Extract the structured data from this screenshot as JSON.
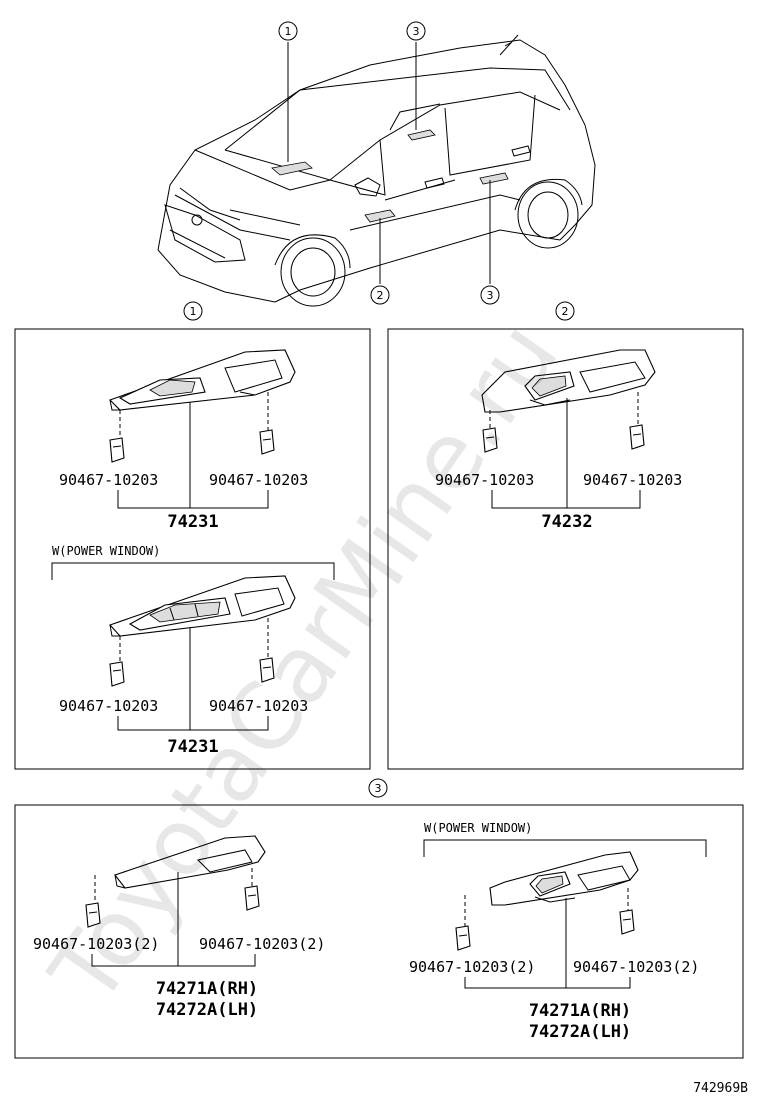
{
  "callouts": {
    "c1": "1",
    "c2": "2",
    "c3": "3"
  },
  "watermark": "ToyotaCarMine.ru",
  "panel1": {
    "upper": {
      "left_part": "90467-10203",
      "right_part": "90467-10203",
      "assembly": "74231"
    },
    "note": "W(POWER WINDOW)",
    "lower": {
      "left_part": "90467-10203",
      "right_part": "90467-10203",
      "assembly": "74231"
    }
  },
  "panel2": {
    "left_part": "90467-10203",
    "right_part": "90467-10203",
    "assembly": "74232"
  },
  "panel3": {
    "left": {
      "left_part": "90467-10203(2)",
      "right_part": "90467-10203(2)",
      "assembly_rh": "74271A(RH)",
      "assembly_lh": "74272A(LH)"
    },
    "note": "W(POWER WINDOW)",
    "right": {
      "left_part": "90467-10203(2)",
      "right_part": "90467-10203(2)",
      "assembly_rh": "74271A(RH)",
      "assembly_lh": "74272A(LH)"
    }
  },
  "figure_id": "742969B"
}
